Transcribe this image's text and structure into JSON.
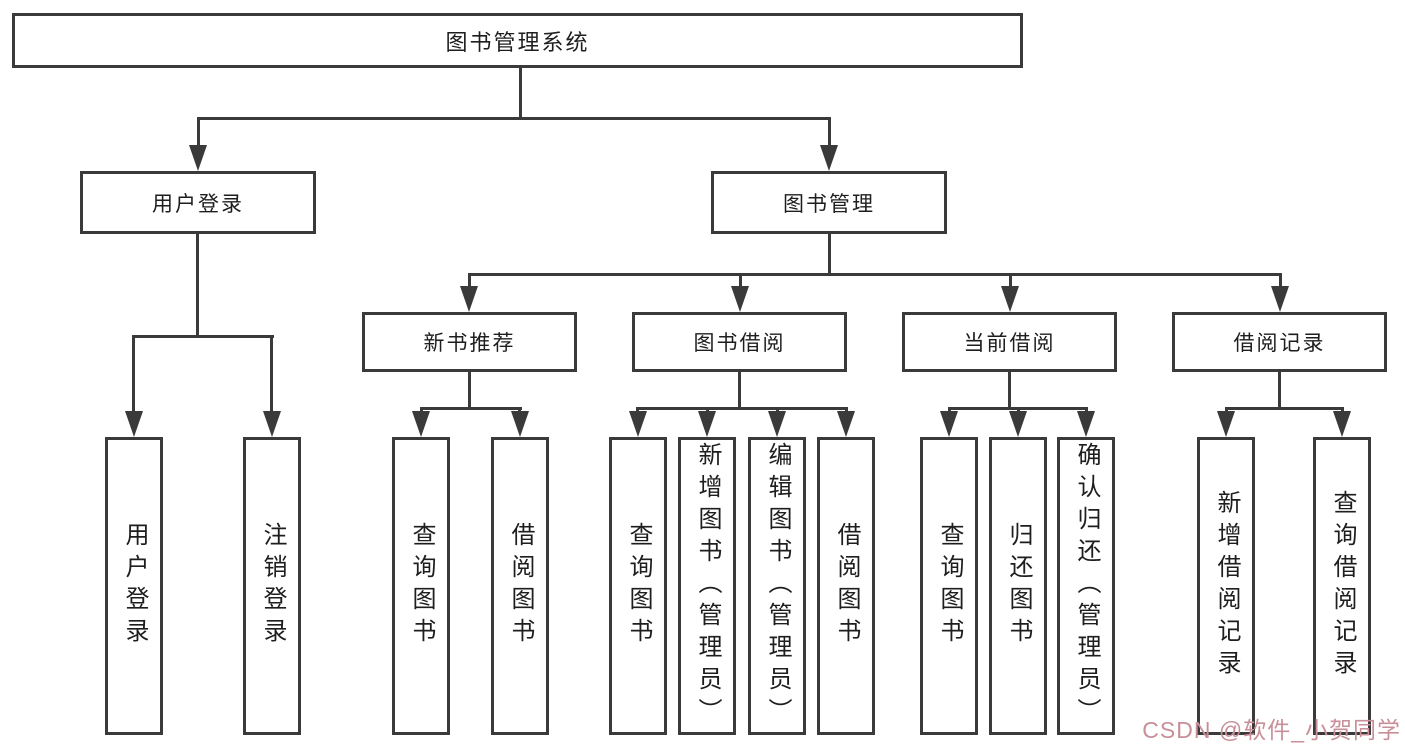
{
  "nodes": {
    "root": "图书管理系统",
    "user_login": "用户登录",
    "book_management": "图书管理",
    "new_book_recommend": "新书推荐",
    "book_borrow": "图书借阅",
    "current_borrow": "当前借阅",
    "borrow_records": "借阅记录",
    "leaf_user_login": "用户登录",
    "leaf_logout": "注销登录",
    "recommend_query_books": "查询图书",
    "recommend_borrow_books": "借阅图书",
    "borrow_query_books": "查询图书",
    "borrow_add_books_admin": "新增图书（管理员）",
    "borrow_edit_books_admin": "编辑图书（管理员）",
    "borrow_borrow_books": "借阅图书",
    "current_query_books": "查询图书",
    "current_return_books": "归还图书",
    "current_confirm_return_admin": "确认归还（管理员）",
    "records_add_record": "新增借阅记录",
    "records_query_record": "查询借阅记录"
  },
  "watermark": "CSDN @软件_小贺同学",
  "colors": {
    "line": "#3a3a3a",
    "text": "#1e1e1e",
    "bg": "#ffffff",
    "watermark": "#c98f99"
  }
}
